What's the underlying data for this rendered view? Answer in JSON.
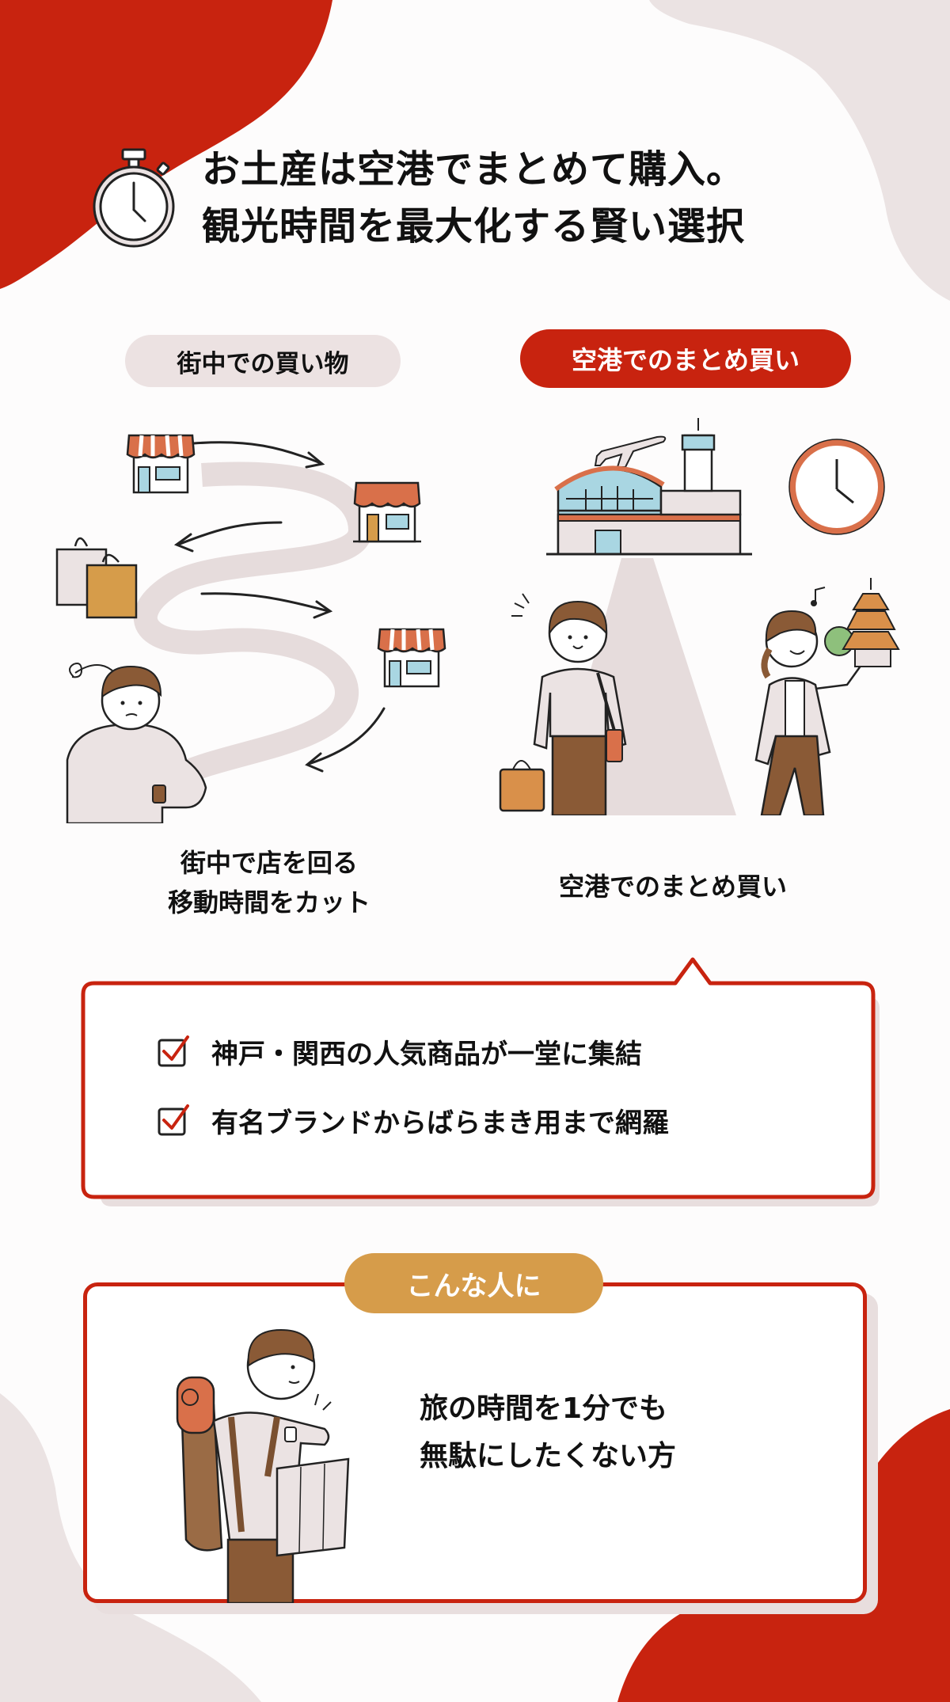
{
  "header": {
    "icon": "stopwatch-icon",
    "title_line1": "お土産は空港でまとめて購入。",
    "title_line2": "観光時間を最大化する賢い選択"
  },
  "comparison": {
    "left": {
      "label": "街中での買い物",
      "caption_line1": "街中で店を回る",
      "caption_line2": "移動時間をカット",
      "illustration": "winding-road-shops-worried-person"
    },
    "right": {
      "label": "空港でのまとめ買い",
      "caption": "空港でのまとめ買い",
      "illustration": "airport-happy-travelers"
    }
  },
  "benefits": {
    "items": [
      {
        "icon": "checkbox-checked-icon",
        "text": "神戸・関西の人気商品が一堂に集結"
      },
      {
        "icon": "checkbox-checked-icon",
        "text": "有名ブランドからばらまき用まで網羅"
      }
    ]
  },
  "target": {
    "badge": "こんな人に",
    "text_line1": "旅の時間を1分でも",
    "text_line2": "無駄にしたくない方",
    "illustration": "backpacker-checking-watch"
  },
  "colors": {
    "accent_red": "#c8230f",
    "blush_gray": "#ece2e2",
    "mustard": "#d69c4a",
    "awning_orange": "#d9704a",
    "window_blue": "#a9d6e2",
    "pants_brown": "#8a5a36"
  }
}
